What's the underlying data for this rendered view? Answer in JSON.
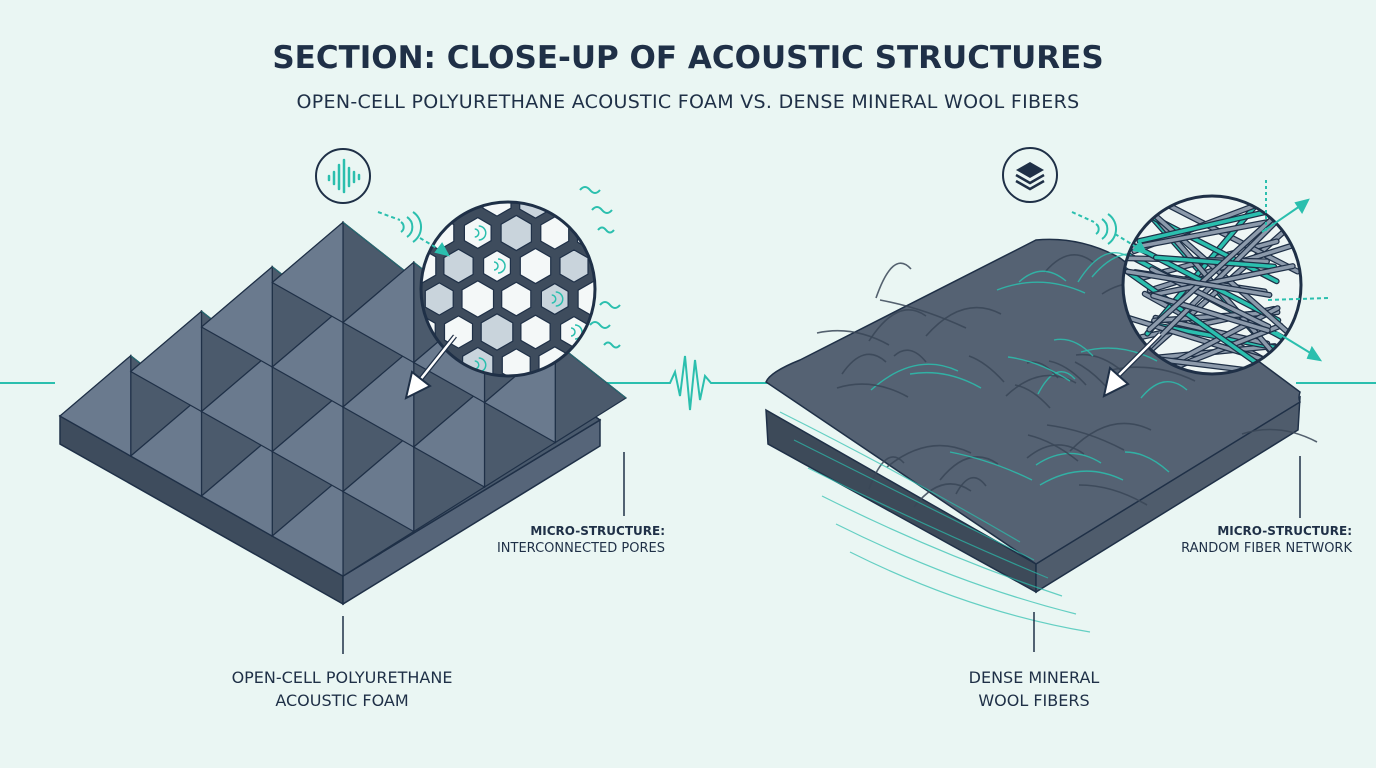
{
  "header": {
    "title": "SECTION: CLOSE-UP OF ACOUSTIC STRUCTURES",
    "subtitle": "OPEN-CELL POLYURETHANE ACOUSTIC FOAM VS. DENSE MINERAL WOOL FIBERS"
  },
  "left": {
    "icon": "sound-wave-icon",
    "microstructure_label": "MICRO-STRUCTURE:",
    "microstructure_value": "INTERCONNECTED PORES",
    "material_line1": "OPEN-CELL POLYURETHANE",
    "material_line2": "ACOUSTIC FOAM"
  },
  "right": {
    "icon": "layers-icon",
    "microstructure_label": "MICRO-STRUCTURE:",
    "microstructure_value": "RANDOM FIBER NETWORK",
    "material_line1": "DENSE MINERAL",
    "material_line2": "WOOL FIBERS"
  },
  "colors": {
    "background": "#eaf6f3",
    "accent": "#2bbfae",
    "foam": "#4a5a6d",
    "ink": "#1f3047"
  }
}
